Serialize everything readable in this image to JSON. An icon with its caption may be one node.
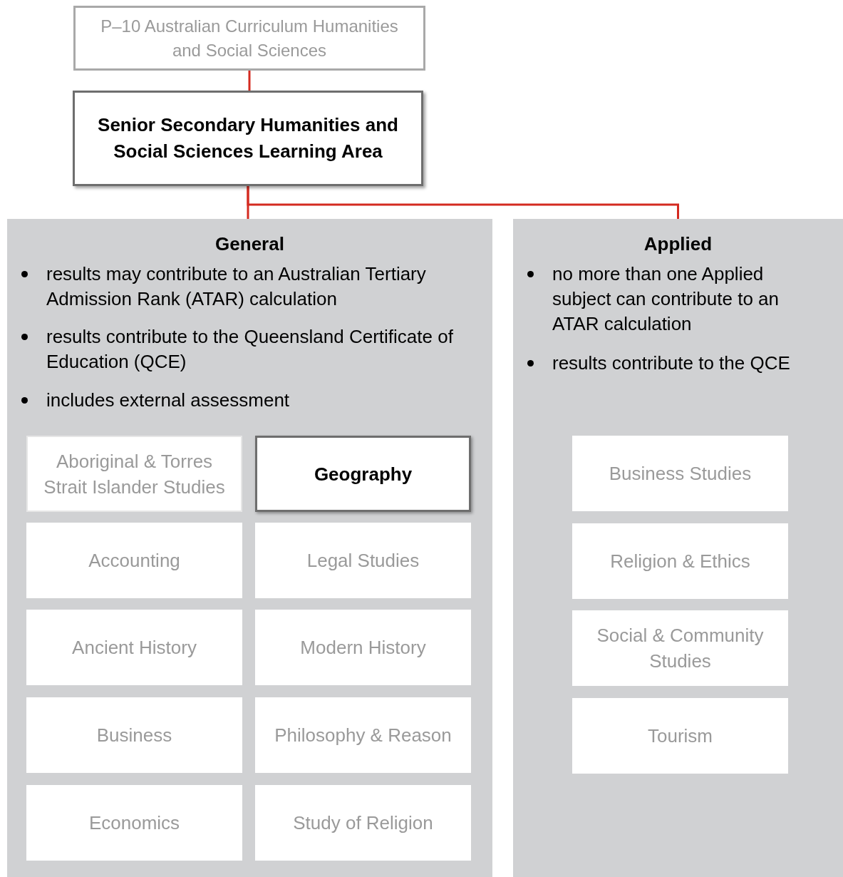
{
  "diagram": {
    "nodes": [
      {
        "text": [
          "P–10 Australian Curriculum Humanities and Social Sciences"
        ]
      },
      {
        "text": [
          "Senior Secondary Humanities and Social Sciences Learning Area"
        ]
      },
      {
        "text": [
          "General",
          "results may contribute to an Australian Tertiary Admission Rank (ATAR) calculation",
          "results contribute to the Queensland Certificate of Education (QCE)",
          "includes external assessment"
        ]
      },
      {
        "text": [
          "Applied",
          "no more than one Applied subject can contribute to an ATAR calculation",
          "results contribute to the QCE"
        ]
      },
      {
        "text": [
          "Aboriginal & Torres Strait Islander Studies"
        ],
        "in": 2
      },
      {
        "text": [
          "Geography"
        ],
        "in": 2
      },
      {
        "text": [
          "Accounting"
        ],
        "in": 2
      },
      {
        "text": [
          "Legal Studies"
        ],
        "in": 2
      },
      {
        "text": [
          "Ancient History"
        ],
        "in": 2
      },
      {
        "text": [
          "Modern History"
        ],
        "in": 2
      },
      {
        "text": [
          "Business"
        ],
        "in": 2
      },
      {
        "text": [
          "Philosophy & Reason"
        ],
        "in": 2
      },
      {
        "text": [
          "Economics"
        ],
        "in": 2
      },
      {
        "text": [
          "Study of Religion"
        ],
        "in": 2
      },
      {
        "text": [
          "Business Studies"
        ],
        "in": 3
      },
      {
        "text": [
          "Religion & Ethics"
        ],
        "in": 3
      },
      {
        "text": [
          "Social & Community Studies"
        ],
        "in": 3
      },
      {
        "text": [
          "Tourism"
        ],
        "in": 3
      }
    ],
    "edges": [
      {
        "from": 0,
        "to": 1,
        "arrow": "none"
      },
      {
        "from": 1,
        "to": 2,
        "arrow": "none"
      },
      {
        "from": 1,
        "to": 3,
        "arrow": "none"
      }
    ]
  }
}
